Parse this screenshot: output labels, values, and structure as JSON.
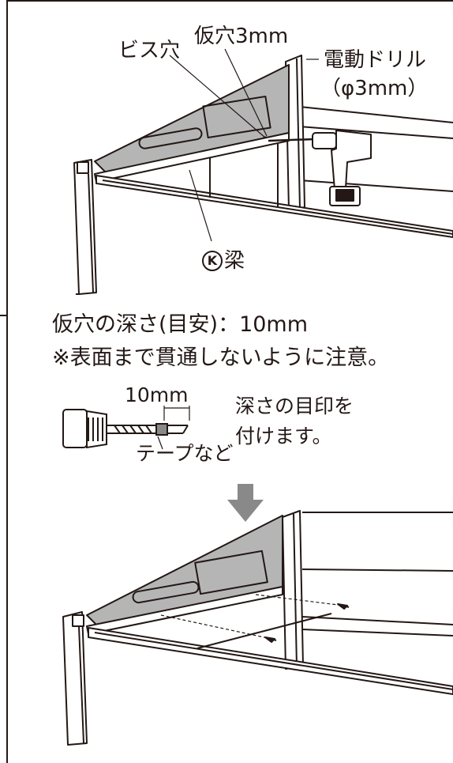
{
  "top_figure": {
    "screw_hole_label": "ビス穴",
    "pilot_hole_label": "仮穴3mm",
    "drill_label": "電動ドリル",
    "drill_size_label": "（φ3mm）",
    "beam_marker": "K",
    "beam_label": "梁"
  },
  "instructions": {
    "depth_line": "仮穴の深さ(目安)：10mm",
    "warning_line": "※表面まで貫通しないように注意。"
  },
  "bit_figure": {
    "length_label": "10mm",
    "tape_label": "テープなど",
    "mark_note_line1": "深さの目印を",
    "mark_note_line2": "付けます。"
  },
  "colors": {
    "line": "#231815",
    "panel_fill": "#b5b5b6",
    "arrow_fill": "#898989",
    "light_gray": "#dcdddd"
  }
}
